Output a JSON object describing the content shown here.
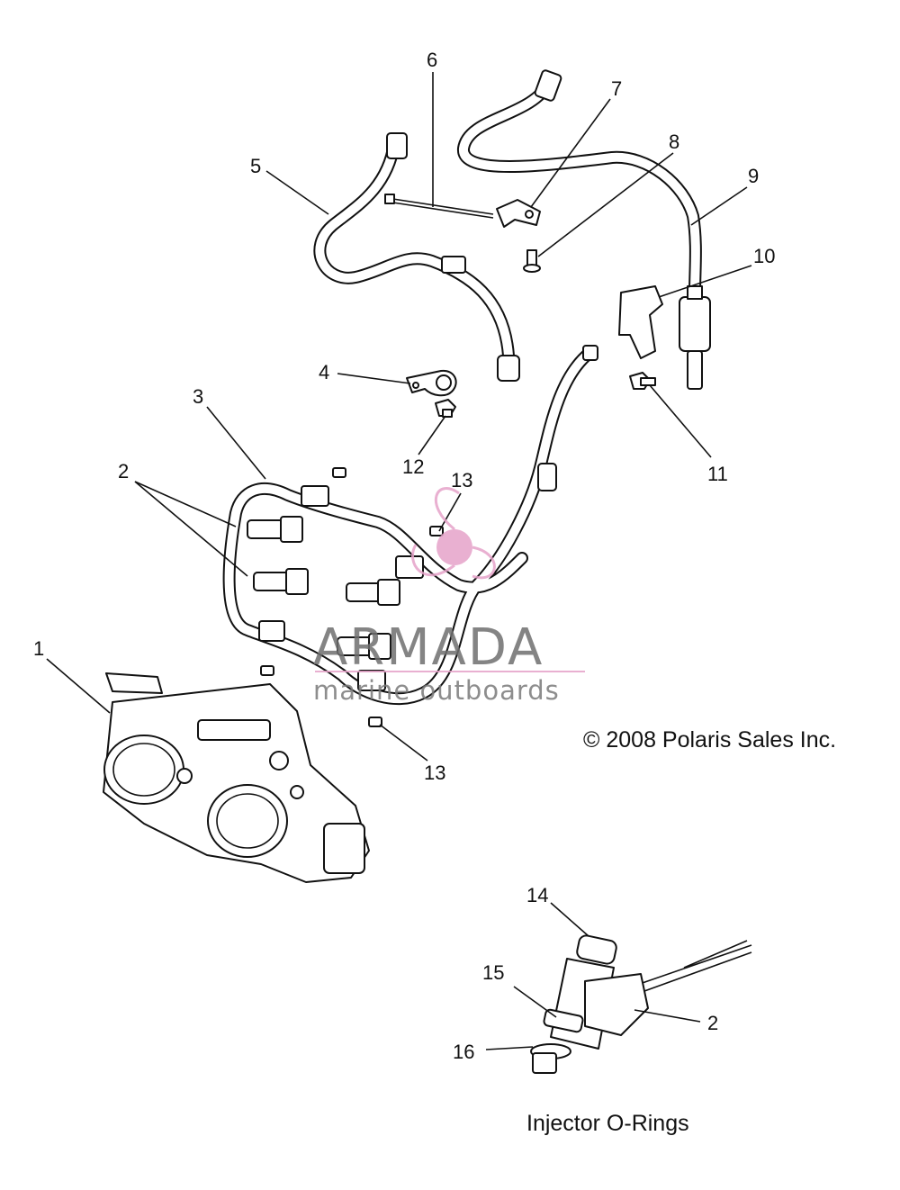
{
  "callouts": [
    {
      "id": "c1",
      "text": "1"
    },
    {
      "id": "c2a",
      "text": "2"
    },
    {
      "id": "c2b",
      "text": "2"
    },
    {
      "id": "c3",
      "text": "3"
    },
    {
      "id": "c4",
      "text": "4"
    },
    {
      "id": "c5",
      "text": "5"
    },
    {
      "id": "c6",
      "text": "6"
    },
    {
      "id": "c7",
      "text": "7"
    },
    {
      "id": "c8",
      "text": "8"
    },
    {
      "id": "c9",
      "text": "9"
    },
    {
      "id": "c10",
      "text": "10"
    },
    {
      "id": "c11",
      "text": "11"
    },
    {
      "id": "c12",
      "text": "12"
    },
    {
      "id": "c13a",
      "text": "13"
    },
    {
      "id": "c13b",
      "text": "13"
    },
    {
      "id": "c14",
      "text": "14"
    },
    {
      "id": "c15",
      "text": "15"
    },
    {
      "id": "c16",
      "text": "16"
    }
  ],
  "copyright": "© 2008 Polaris Sales Inc.",
  "inset_caption": "Injector O-Rings",
  "watermark": {
    "title": "ARMADA",
    "subtitle": "marine outboards",
    "accent_color": "#e6a3c9",
    "text_color": "#6f6f6f"
  }
}
